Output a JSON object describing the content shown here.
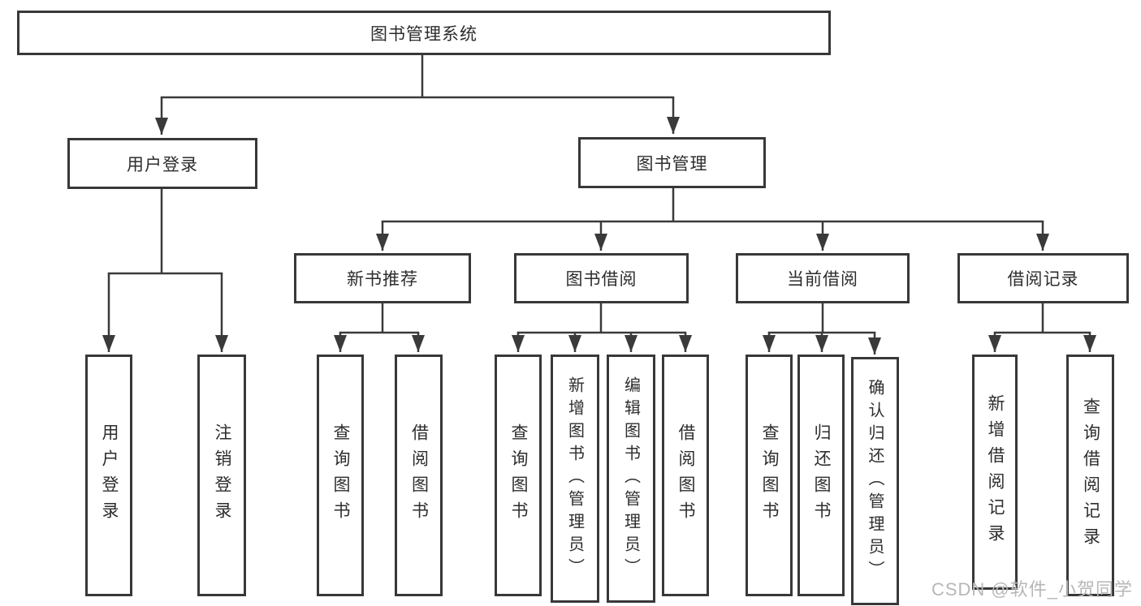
{
  "tree": {
    "label": "图书管理系统",
    "children": [
      {
        "label": "用户登录",
        "children": [
          {
            "label": "用户登录"
          },
          {
            "label": "注销登录"
          }
        ]
      },
      {
        "label": "图书管理",
        "children": [
          {
            "label": "新书推荐",
            "children": [
              {
                "label": "查询图书"
              },
              {
                "label": "借阅图书"
              }
            ]
          },
          {
            "label": "图书借阅",
            "children": [
              {
                "label": "查询图书"
              },
              {
                "label": "新增图书（管理员）"
              },
              {
                "label": "编辑图书（管理员）"
              },
              {
                "label": "借阅图书"
              }
            ]
          },
          {
            "label": "当前借阅",
            "children": [
              {
                "label": "查询图书"
              },
              {
                "label": "归还图书"
              },
              {
                "label": "确认归还（管理员）"
              }
            ]
          },
          {
            "label": "借阅记录",
            "children": [
              {
                "label": "新增借阅记录"
              },
              {
                "label": "查询借阅记录"
              }
            ]
          }
        ]
      }
    ]
  },
  "watermark": "CSDN @软件_小贺同学",
  "colors": {
    "line": "#3a3a3a",
    "box_border": "#383838",
    "text": "#2d2d2d",
    "watermark": "#b7b7b7",
    "background": "#ffffff"
  }
}
